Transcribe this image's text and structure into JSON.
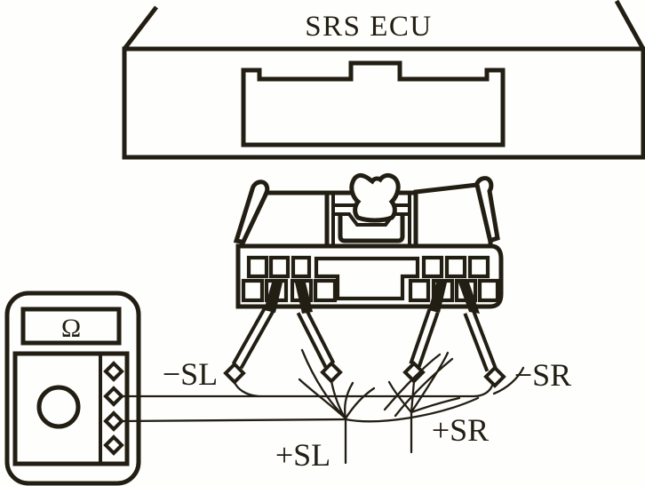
{
  "ecu": {
    "label": "SRS ECU"
  },
  "multimeter": {
    "mode_symbol": "Ω",
    "terminal_count": 4
  },
  "probe_labels": {
    "sl_minus": "−SL",
    "sl_plus": "+SL",
    "sr_minus": "−SR",
    "sr_plus": "+SR"
  },
  "colors": {
    "ink": "#221e13",
    "background": "#fefefc"
  }
}
